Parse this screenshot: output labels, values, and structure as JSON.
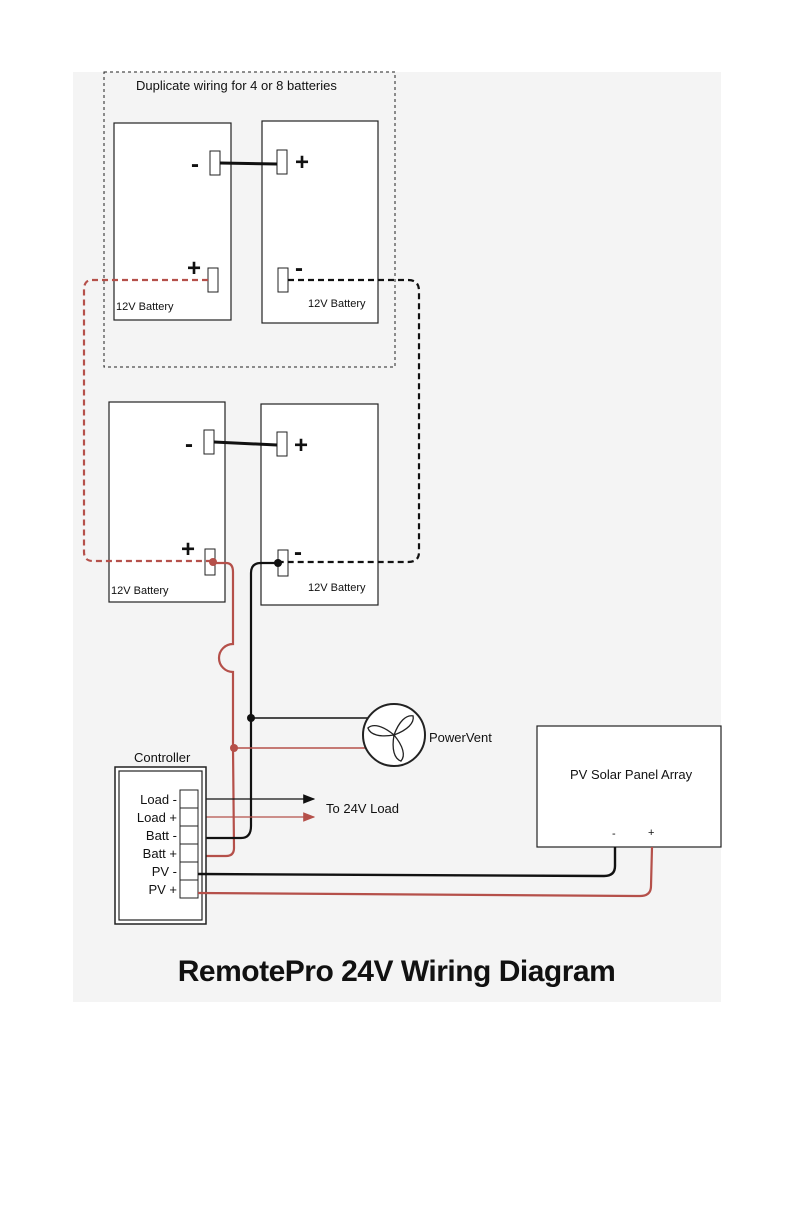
{
  "title": "RemotePro 24V Wiring Diagram",
  "duplicate_note": "Duplicate wiring for 4 or 8 batteries",
  "battery_label": "12V Battery",
  "terminal_plus": "+",
  "terminal_minus": "-",
  "fan_label": "PowerVent",
  "load_label": "To 24V Load",
  "controller": {
    "title": "Controller",
    "terminals": [
      "Load -",
      "Load +",
      "Batt -",
      "Batt +",
      "PV -",
      "PV +"
    ]
  },
  "pv_array": {
    "label": "PV Solar Panel Array",
    "minus": "-",
    "plus": "+"
  },
  "colors": {
    "negative_wire": "#111111",
    "positive_wire": "#b5504a",
    "outline": "#222222",
    "background_panel": "#f4f4f4"
  }
}
